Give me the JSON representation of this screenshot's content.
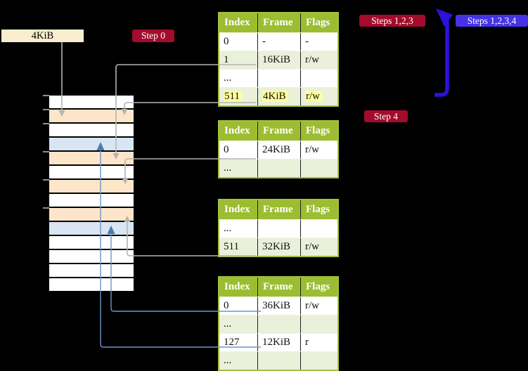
{
  "labels": {
    "frame": "4KiB",
    "step0": "Step 0",
    "steps123": "Steps 1,2,3",
    "steps1234": "Steps 1,2,3,4",
    "step4": "Step 4"
  },
  "colors": {
    "background": "#000000",
    "badge_red": "#a30c2d",
    "badge_blue": "#4732e8",
    "big_arrow_blue": "#2a12dc",
    "connector_gray": "#b4b4b4",
    "connector_blue_line": "#6d95c8",
    "connector_blue_head": "#4c7ab6",
    "table_header_green": "#9cbd31",
    "table_border_green": "#a3c13c",
    "table_row_alt_green": "#eaf0da",
    "highlight_yellow": "#ffff9b",
    "memory_pagetable_frame": "#fce5c9",
    "memory_mapped_frame": "#d9e5f2",
    "memory_free_frame": "#ffffff",
    "frame_label_bg": "#f8eecd"
  },
  "memory": {
    "rows": [
      "free",
      "pagetable",
      "free",
      "mapped",
      "pagetable",
      "free",
      "pagetable",
      "free",
      "pagetable",
      "mapped",
      "free",
      "free",
      "free",
      "free"
    ]
  },
  "tables": [
    {
      "name": "level-4-table",
      "headers": [
        "Index",
        "Frame",
        "Flags"
      ],
      "rows": [
        [
          "0",
          "-",
          "-"
        ],
        [
          "1",
          "16KiB",
          "r/w"
        ],
        [
          "...",
          "",
          ""
        ],
        [
          "511",
          "4KiB",
          "r/w"
        ]
      ]
    },
    {
      "name": "level-3-table",
      "headers": [
        "Index",
        "Frame",
        "Flags"
      ],
      "rows": [
        [
          "0",
          "24KiB",
          "r/w"
        ],
        [
          "...",
          "",
          ""
        ]
      ]
    },
    {
      "name": "level-2-table",
      "headers": [
        "Index",
        "Frame",
        "Flags"
      ],
      "rows": [
        [
          "...",
          "",
          ""
        ],
        [
          "511",
          "32KiB",
          "r/w"
        ]
      ]
    },
    {
      "name": "level-1-table",
      "headers": [
        "Index",
        "Frame",
        "Flags"
      ],
      "rows": [
        [
          "0",
          "36KiB",
          "r/w"
        ],
        [
          "...",
          "",
          ""
        ],
        [
          "127",
          "12KiB",
          "r"
        ],
        [
          "...",
          "",
          ""
        ]
      ]
    }
  ]
}
